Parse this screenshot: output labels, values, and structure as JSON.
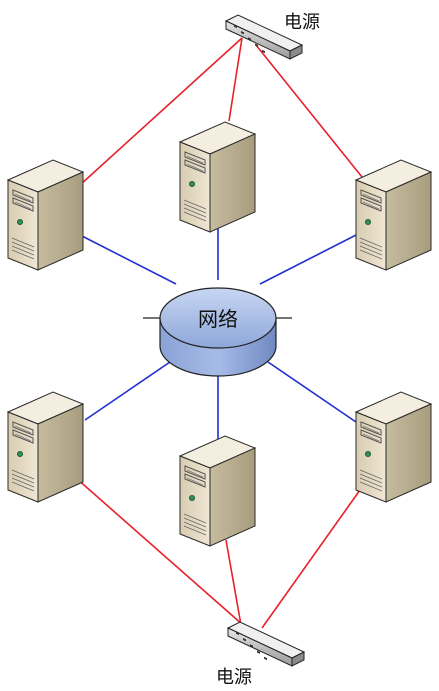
{
  "diagram": {
    "network_label": "网络",
    "power_top_label": "电源",
    "power_bottom_label": "电源",
    "colors": {
      "power_link": "#e8202a",
      "network_link": "#1f2fd0",
      "server_front": "#e3d9c1",
      "server_side": "#bfb497",
      "server_top": "#f4efe0",
      "network_fill_top": "#a8bde6",
      "network_fill_side": "#7f97cc"
    }
  }
}
